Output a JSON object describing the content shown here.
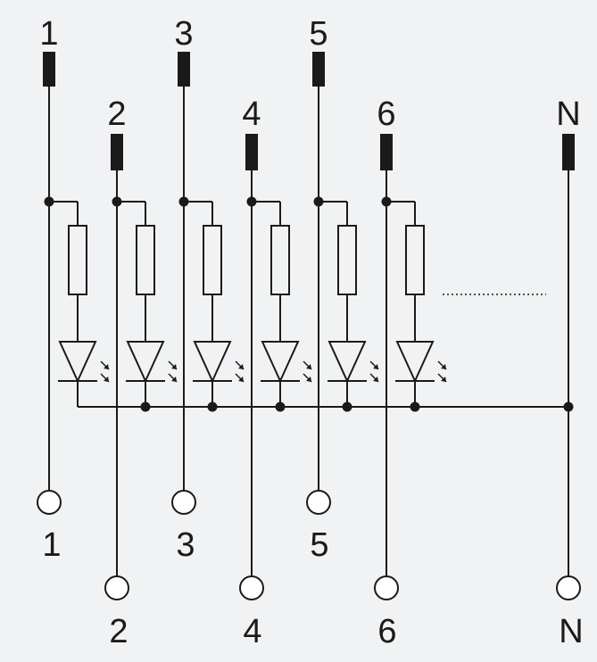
{
  "colors": {
    "background": "#f1f2f3",
    "line": "#1a1a1a",
    "terminal_fill": "#ffffff"
  },
  "top_terminals": [
    {
      "label": "1"
    },
    {
      "label": "2"
    },
    {
      "label": "3"
    },
    {
      "label": "4"
    },
    {
      "label": "5"
    },
    {
      "label": "6"
    },
    {
      "label": "N"
    }
  ],
  "bottom_terminals": [
    {
      "label": "1"
    },
    {
      "label": "2"
    },
    {
      "label": "3"
    },
    {
      "label": "4"
    },
    {
      "label": "5"
    },
    {
      "label": "6"
    },
    {
      "label": "N"
    }
  ],
  "led_channels": 6,
  "components": {
    "fuse": "fuse-icon",
    "resistor": "resistor-icon",
    "led": "led-icon",
    "terminal": "terminal-circle-icon",
    "continuation": "dotted-continuation"
  }
}
